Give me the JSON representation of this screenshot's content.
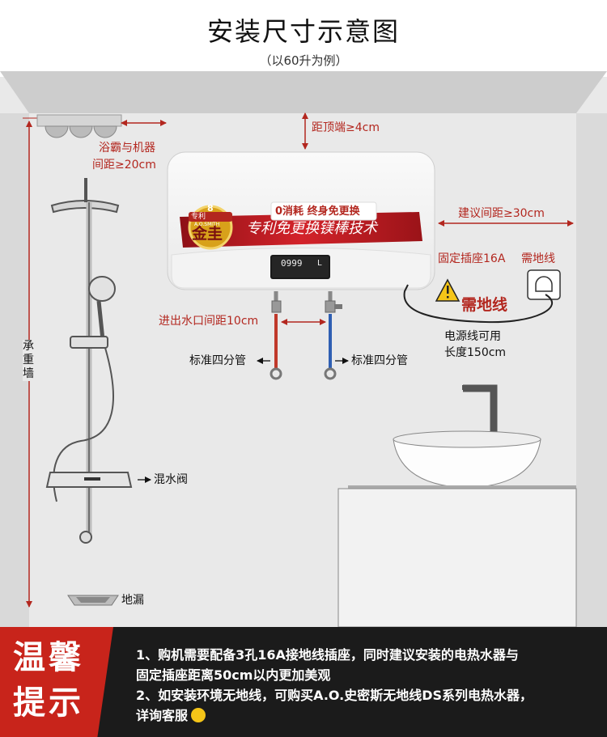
{
  "header": {
    "title": "安装尺寸示意图",
    "subtitle": "（以60升为例）"
  },
  "labels": {
    "top_distance": "距顶端≥4cm",
    "bath_heater_line1": "浴霸与机器",
    "bath_heater_line2": "间距≥20cm",
    "side_distance": "建议间距≥30cm",
    "socket": "固定插座16A",
    "ground_wire": "需地线",
    "warning": "需地线",
    "cable_line1": "电源线可用",
    "cable_line2": "长度150cm",
    "inlet_distance": "进出水口间距10cm",
    "pipe_left": "标准四分管",
    "pipe_right": "标准四分管",
    "mixer_valve": "混水阀",
    "floor_drain": "地漏",
    "load_wall_1": "承",
    "load_wall_2": "重",
    "load_wall_3": "墙"
  },
  "heater": {
    "slogan": "0消耗 终身免更换",
    "banner": "专利免更换镁棒技术",
    "badge_text": "金圭",
    "badge_top": "专利",
    "badge_year": "8",
    "brand": "A.O.SMITH",
    "display_value": "0999",
    "display_unit": "L"
  },
  "tips": {
    "badge_line1": "温馨",
    "badge_line2": "提示",
    "line1": "1、购机需要配备3孔16A接地线插座，同时建议安装的电热水器与",
    "line2": "固定插座距离50cm以内更加美观",
    "line3": "2、如安装环境无地线，可购买A.O.史密斯无地线DS系列电热水器，",
    "line4": "详询客服"
  },
  "colors": {
    "accent_red": "#b3271f",
    "banner_red": "#c61d24",
    "hot_pipe": "#c0392b",
    "cold_pipe": "#2f5fb3",
    "wall": "#e6e6e6",
    "ceiling": "#cfcfcf"
  },
  "icons": [
    "warning-icon",
    "smile-icon",
    "socket-icon",
    "floor-drain-icon"
  ]
}
